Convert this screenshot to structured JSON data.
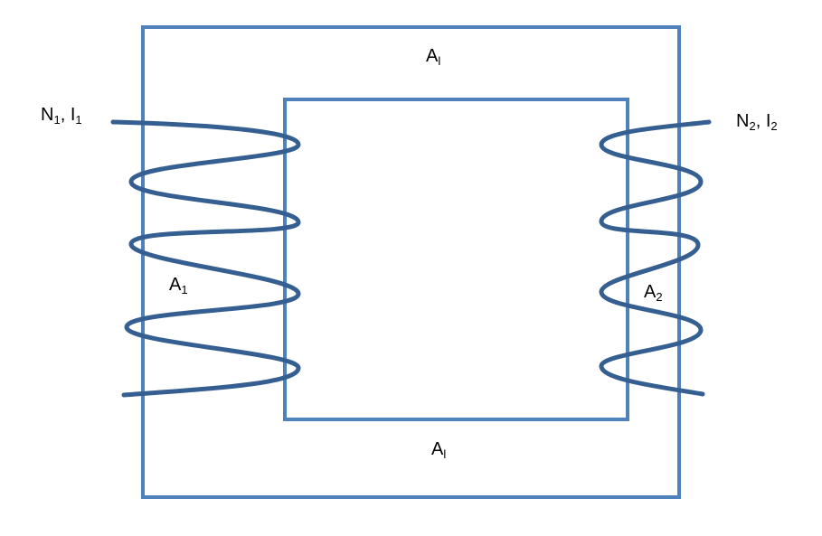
{
  "colors": {
    "core": "#4f81bd",
    "coil": "#365f91",
    "text": "#000000",
    "background": "#ffffff"
  },
  "labels": {
    "top_area": {
      "main": "A",
      "sub": "l"
    },
    "bottom_area": {
      "main": "A",
      "sub": "l"
    },
    "left_area": {
      "main": "A",
      "sub": "1"
    },
    "right_area": {
      "main": "A",
      "sub": "2"
    },
    "coil1": {
      "n": "N",
      "n_sub": "1",
      "sep": ", ",
      "i": "I",
      "i_sub": "1"
    },
    "coil2": {
      "n": "N",
      "n_sub": "2",
      "sep": ", ",
      "i": "I",
      "i_sub": "2"
    }
  }
}
